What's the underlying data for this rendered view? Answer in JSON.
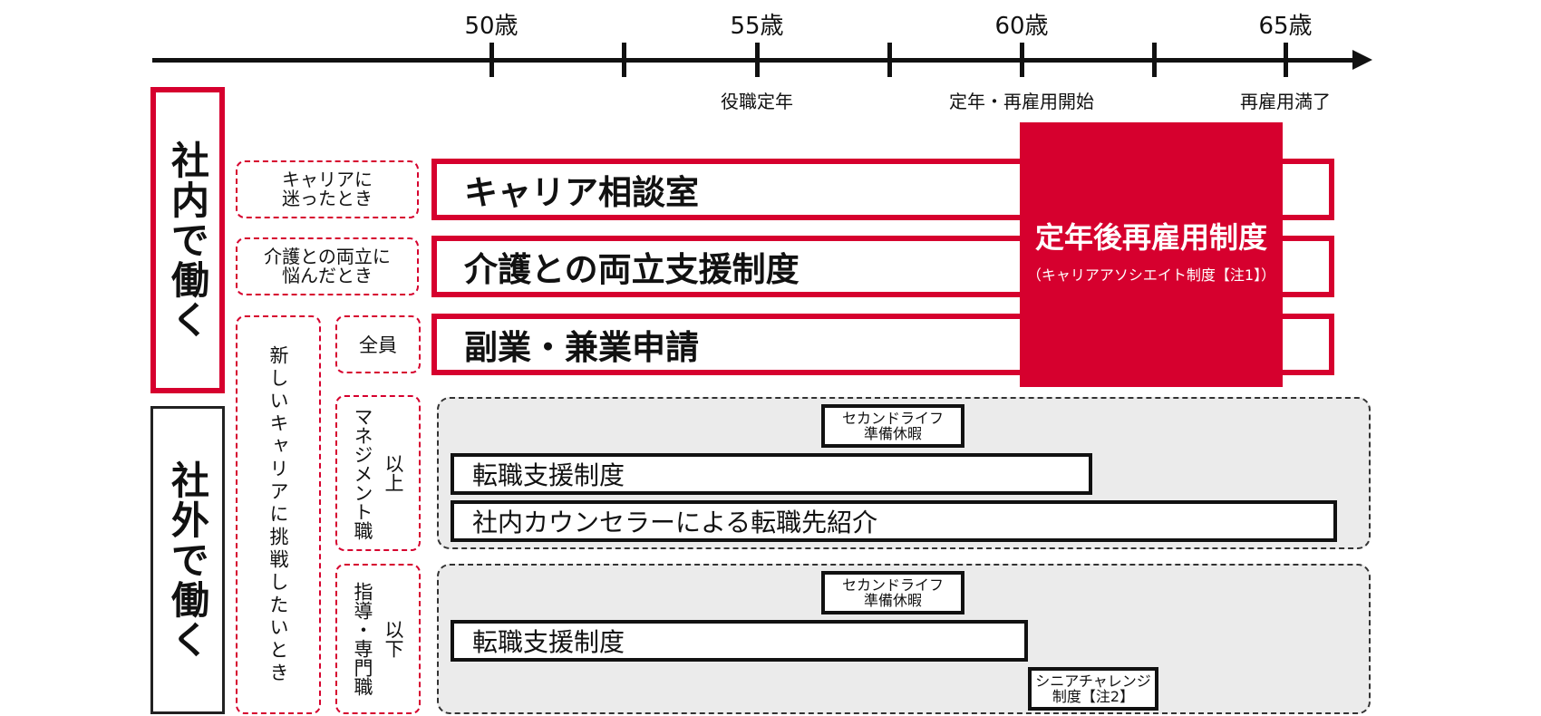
{
  "timeline": {
    "ages": [
      "50歳",
      "55歳",
      "60歳",
      "65歳"
    ],
    "milestones": [
      "役職定年",
      "定年・再雇用開始",
      "再雇用満了"
    ]
  },
  "categories": {
    "internal": "社内で働く",
    "external": "社外で働く"
  },
  "labels": {
    "career_lost": [
      "キャリアに",
      "迷ったとき"
    ],
    "care_balance": [
      "介護との両立に",
      "悩んだとき"
    ],
    "new_career": "新しいキャリアに挑戦したいとき",
    "all_staff": "全員",
    "management": "マネジメント職以上",
    "management_col1": "マネジメント職",
    "management_col2": "以上",
    "specialist_col1": "指導・専門職",
    "specialist_col2": "以下"
  },
  "programs": {
    "career_consult": "キャリア相談室",
    "care_support": "介護との両立支援制度",
    "side_job": "副業・兼業申請",
    "reemployment_title": "定年後再雇用制度",
    "reemployment_sub": "（キャリアアソシエイト制度【注1】）",
    "second_life": [
      "セカンドライフ",
      "準備休暇"
    ],
    "job_change_support": "転職支援制度",
    "counselor_intro": "社内カウンセラーによる転職先紹介",
    "senior_challenge": [
      "シニアチャレンジ",
      "制度【注2】"
    ]
  },
  "colors": {
    "accent_red": "#d6002e",
    "panel_grey": "#ebebeb"
  }
}
